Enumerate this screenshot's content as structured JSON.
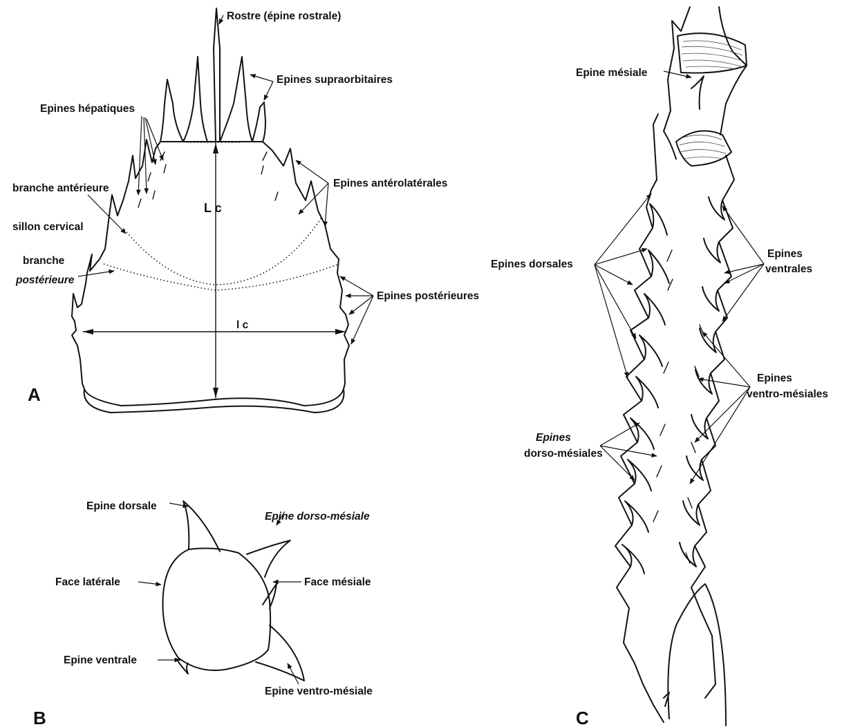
{
  "panel_a": {
    "letter": "A",
    "labels": {
      "rostre": "Rostre (épine rostrale)",
      "supraorbitaires": "Epines supraorbitaires",
      "hepatiques": "Epines hépatiques",
      "branche_anterieure": "branche antérieure",
      "sillon_cervical": "sillon cervical",
      "branche_1": "branche",
      "branche_2": "postérieure",
      "anterolaterales": "Epines antérolatérales",
      "posterieures": "Epines postérieures",
      "Lc": "L c",
      "lc": "l c"
    }
  },
  "panel_b": {
    "letter": "B",
    "labels": {
      "epine_dorsale": "Epine dorsale",
      "epine_dorso_mesiale": "Epine dorso-mésiale",
      "face_laterale": "Face latérale",
      "face_mesiale": "Face mésiale",
      "epine_ventrale": "Epine ventrale",
      "epine_ventro_mesiale": "Epine ventro-mésiale"
    }
  },
  "panel_c": {
    "letter": "C",
    "labels": {
      "epine_mesiale": "Epine mésiale",
      "epines_dorsales": "Epines dorsales",
      "ventrales_1": "Epines",
      "ventrales_2": "ventrales",
      "ventro_mesiales_1": "Epines",
      "ventro_mesiales_2": "ventro-mésiales",
      "dorso_mesiales_1": "Epines",
      "dorso_mesiales_2": "dorso-mésiales"
    }
  }
}
